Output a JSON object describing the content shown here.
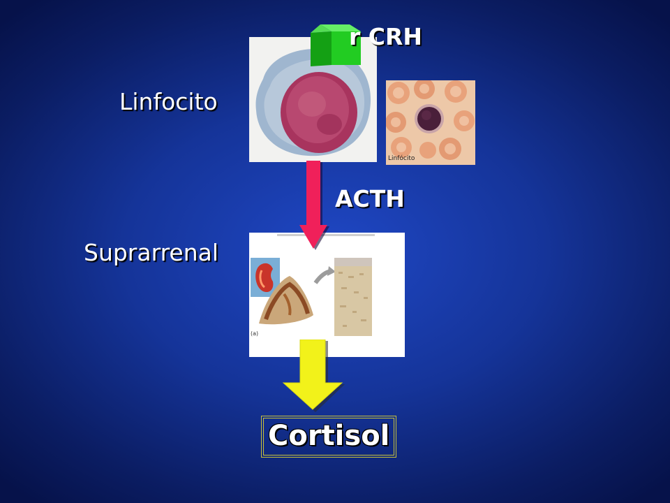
{
  "labels": {
    "receptor": "r CRH",
    "cell": "Linfocito",
    "hormone": "ACTH",
    "organ": "Suprarrenal",
    "product": "Cortisol"
  },
  "images": {
    "smear_caption": "Linfócito",
    "adrenal_panel_caption": "(a)"
  },
  "colors": {
    "receptor_block": "#22cc22",
    "acth_arrow": "#f0205a",
    "cortisol_arrow": "#f2f21a",
    "label_text": "#ffffff"
  }
}
